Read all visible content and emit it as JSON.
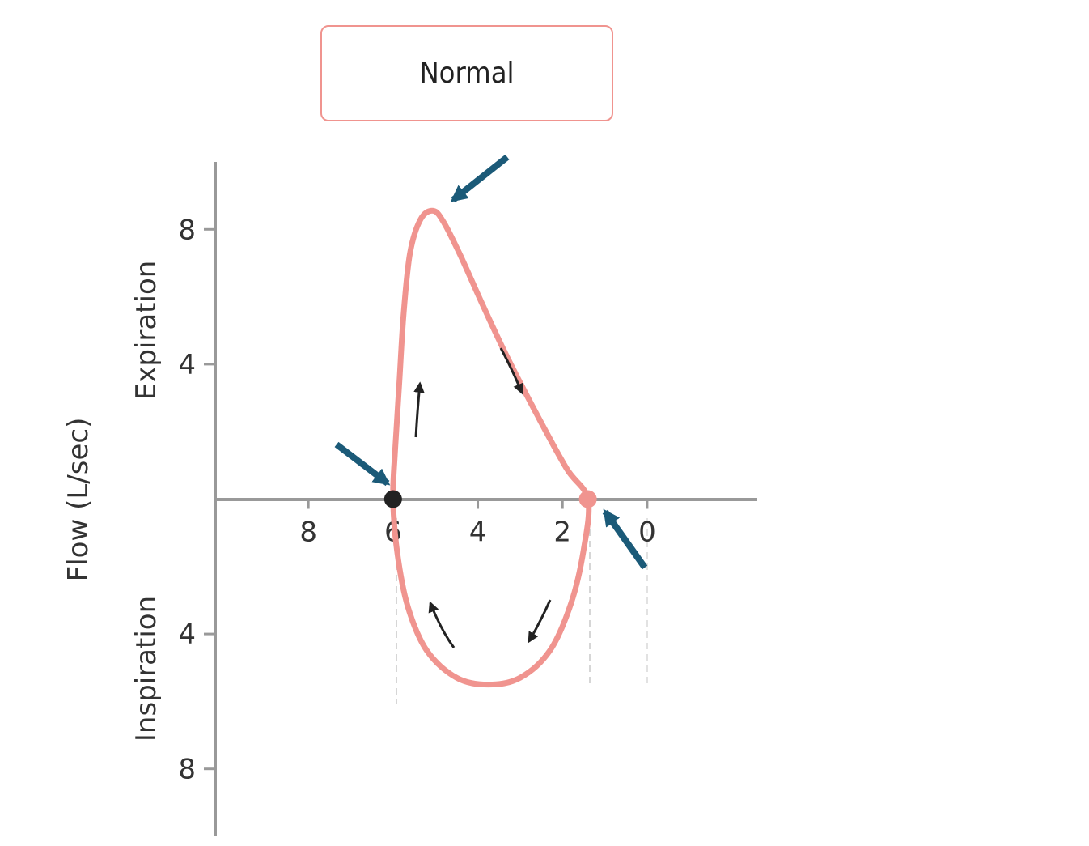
{
  "chart_data": {
    "type": "line",
    "title": "Normal",
    "ylabel": "Flow (L/sec)",
    "y_region_labels": {
      "upper": "Expiration",
      "lower": "Inspiration"
    },
    "xlabel": "",
    "x_axis_reversed": true,
    "xlim": [
      10.2,
      -2.6
    ],
    "ylim": [
      -10,
      10
    ],
    "x_ticks": [
      8,
      6,
      4,
      2,
      0
    ],
    "y_ticks": [
      {
        "value": 8,
        "label": "8"
      },
      {
        "value": 4,
        "label": "4"
      },
      {
        "value": -4,
        "label": "4"
      },
      {
        "value": -8,
        "label": "8"
      }
    ],
    "grid": false,
    "series": [
      {
        "color": "#f0948f",
        "loop": [
          [
            6.0,
            0.0
          ],
          [
            5.95,
            1.5
          ],
          [
            5.85,
            3.5
          ],
          [
            5.75,
            5.5
          ],
          [
            5.6,
            7.3
          ],
          [
            5.35,
            8.3
          ],
          [
            5.05,
            8.55
          ],
          [
            4.8,
            8.2
          ],
          [
            4.4,
            7.2
          ],
          [
            3.9,
            5.8
          ],
          [
            3.3,
            4.2
          ],
          [
            2.6,
            2.5
          ],
          [
            1.9,
            0.9
          ],
          [
            1.4,
            0.0
          ],
          [
            1.5,
            -1.5
          ],
          [
            1.8,
            -3.1
          ],
          [
            2.3,
            -4.5
          ],
          [
            3.0,
            -5.3
          ],
          [
            3.75,
            -5.5
          ],
          [
            4.5,
            -5.3
          ],
          [
            5.2,
            -4.5
          ],
          [
            5.65,
            -3.2
          ],
          [
            5.9,
            -1.6
          ],
          [
            6.0,
            0.0
          ]
        ]
      }
    ],
    "markers": [
      {
        "x": 6.0,
        "y": 0.0,
        "color": "#222222"
      },
      {
        "x": 1.4,
        "y": 0.0,
        "color": "#f0948f"
      }
    ],
    "highlight_arrow_color": "#1b5a78",
    "direction_arrow_color": "#222222"
  }
}
